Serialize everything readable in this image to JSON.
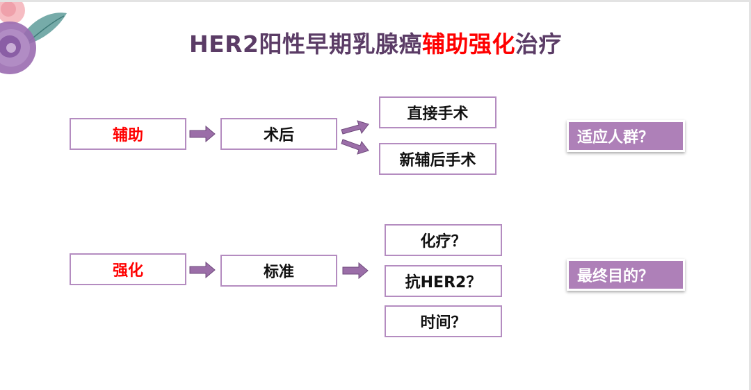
{
  "title": {
    "part1": "HER2阳性早期乳腺癌",
    "highlight": "辅助强化",
    "part2": "治疗"
  },
  "colors": {
    "title": "#5b3c66",
    "highlight": "#ff0000",
    "box_border": "#b48cc0",
    "arrow": "#9b6ea8",
    "tag_bg": "#ae80b8"
  },
  "row_adjuvant": {
    "start": "辅助",
    "middle": "术后",
    "branches": [
      "直接手术",
      "新辅后手术"
    ],
    "question": "适应人群？"
  },
  "row_intensified": {
    "start": "强化",
    "middle": "标准",
    "branches": [
      "化疗？",
      "抗HER2？",
      "时间？"
    ],
    "question": "最终目的？"
  }
}
